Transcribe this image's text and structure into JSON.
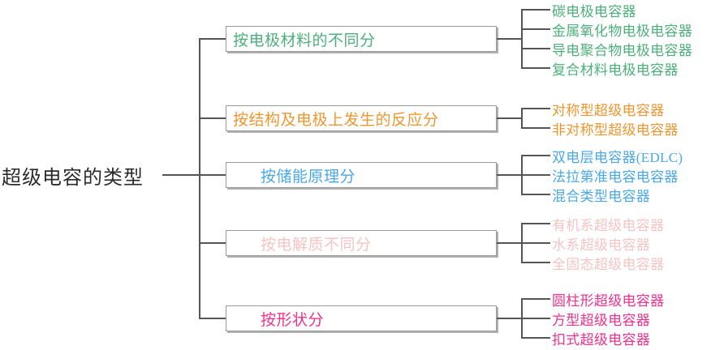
{
  "diagram": {
    "type": "mind-map",
    "root": {
      "label": "超级电容的类型",
      "color": "#2b2b2b"
    },
    "branches": [
      {
        "label": "按电极材料的不同分",
        "color": "#4cb07a",
        "align": "left",
        "leaves": [
          "碳电极电容器",
          "金属氧化物电极电容器",
          "导电聚合物电极电容器",
          "复合材料电极电容器"
        ]
      },
      {
        "label": "按结构及电极上发生的反应分",
        "color": "#f0962f",
        "align": "left",
        "leaves": [
          "对称型超级电容器",
          "非对称型超级电容器"
        ]
      },
      {
        "label": "按储能原理分",
        "color": "#4aa8e8",
        "align": "indent",
        "leaves": [
          "双电层电容器(EDLC)",
          "法拉第准电容电容器",
          "混合类型电容器"
        ]
      },
      {
        "label": "按电解质不同分",
        "color": "#f7c4c4",
        "align": "indent",
        "leaves": [
          "有机系超级电容器",
          "水系超级电容器",
          "全固态超级电容器"
        ]
      },
      {
        "label": "按形状分",
        "color": "#f2318c",
        "align": "indent",
        "leaves": [
          "圆柱形超级电容器",
          "方型超级电容器",
          "扣式超级电容器"
        ]
      }
    ],
    "connector_color": "#555555"
  }
}
